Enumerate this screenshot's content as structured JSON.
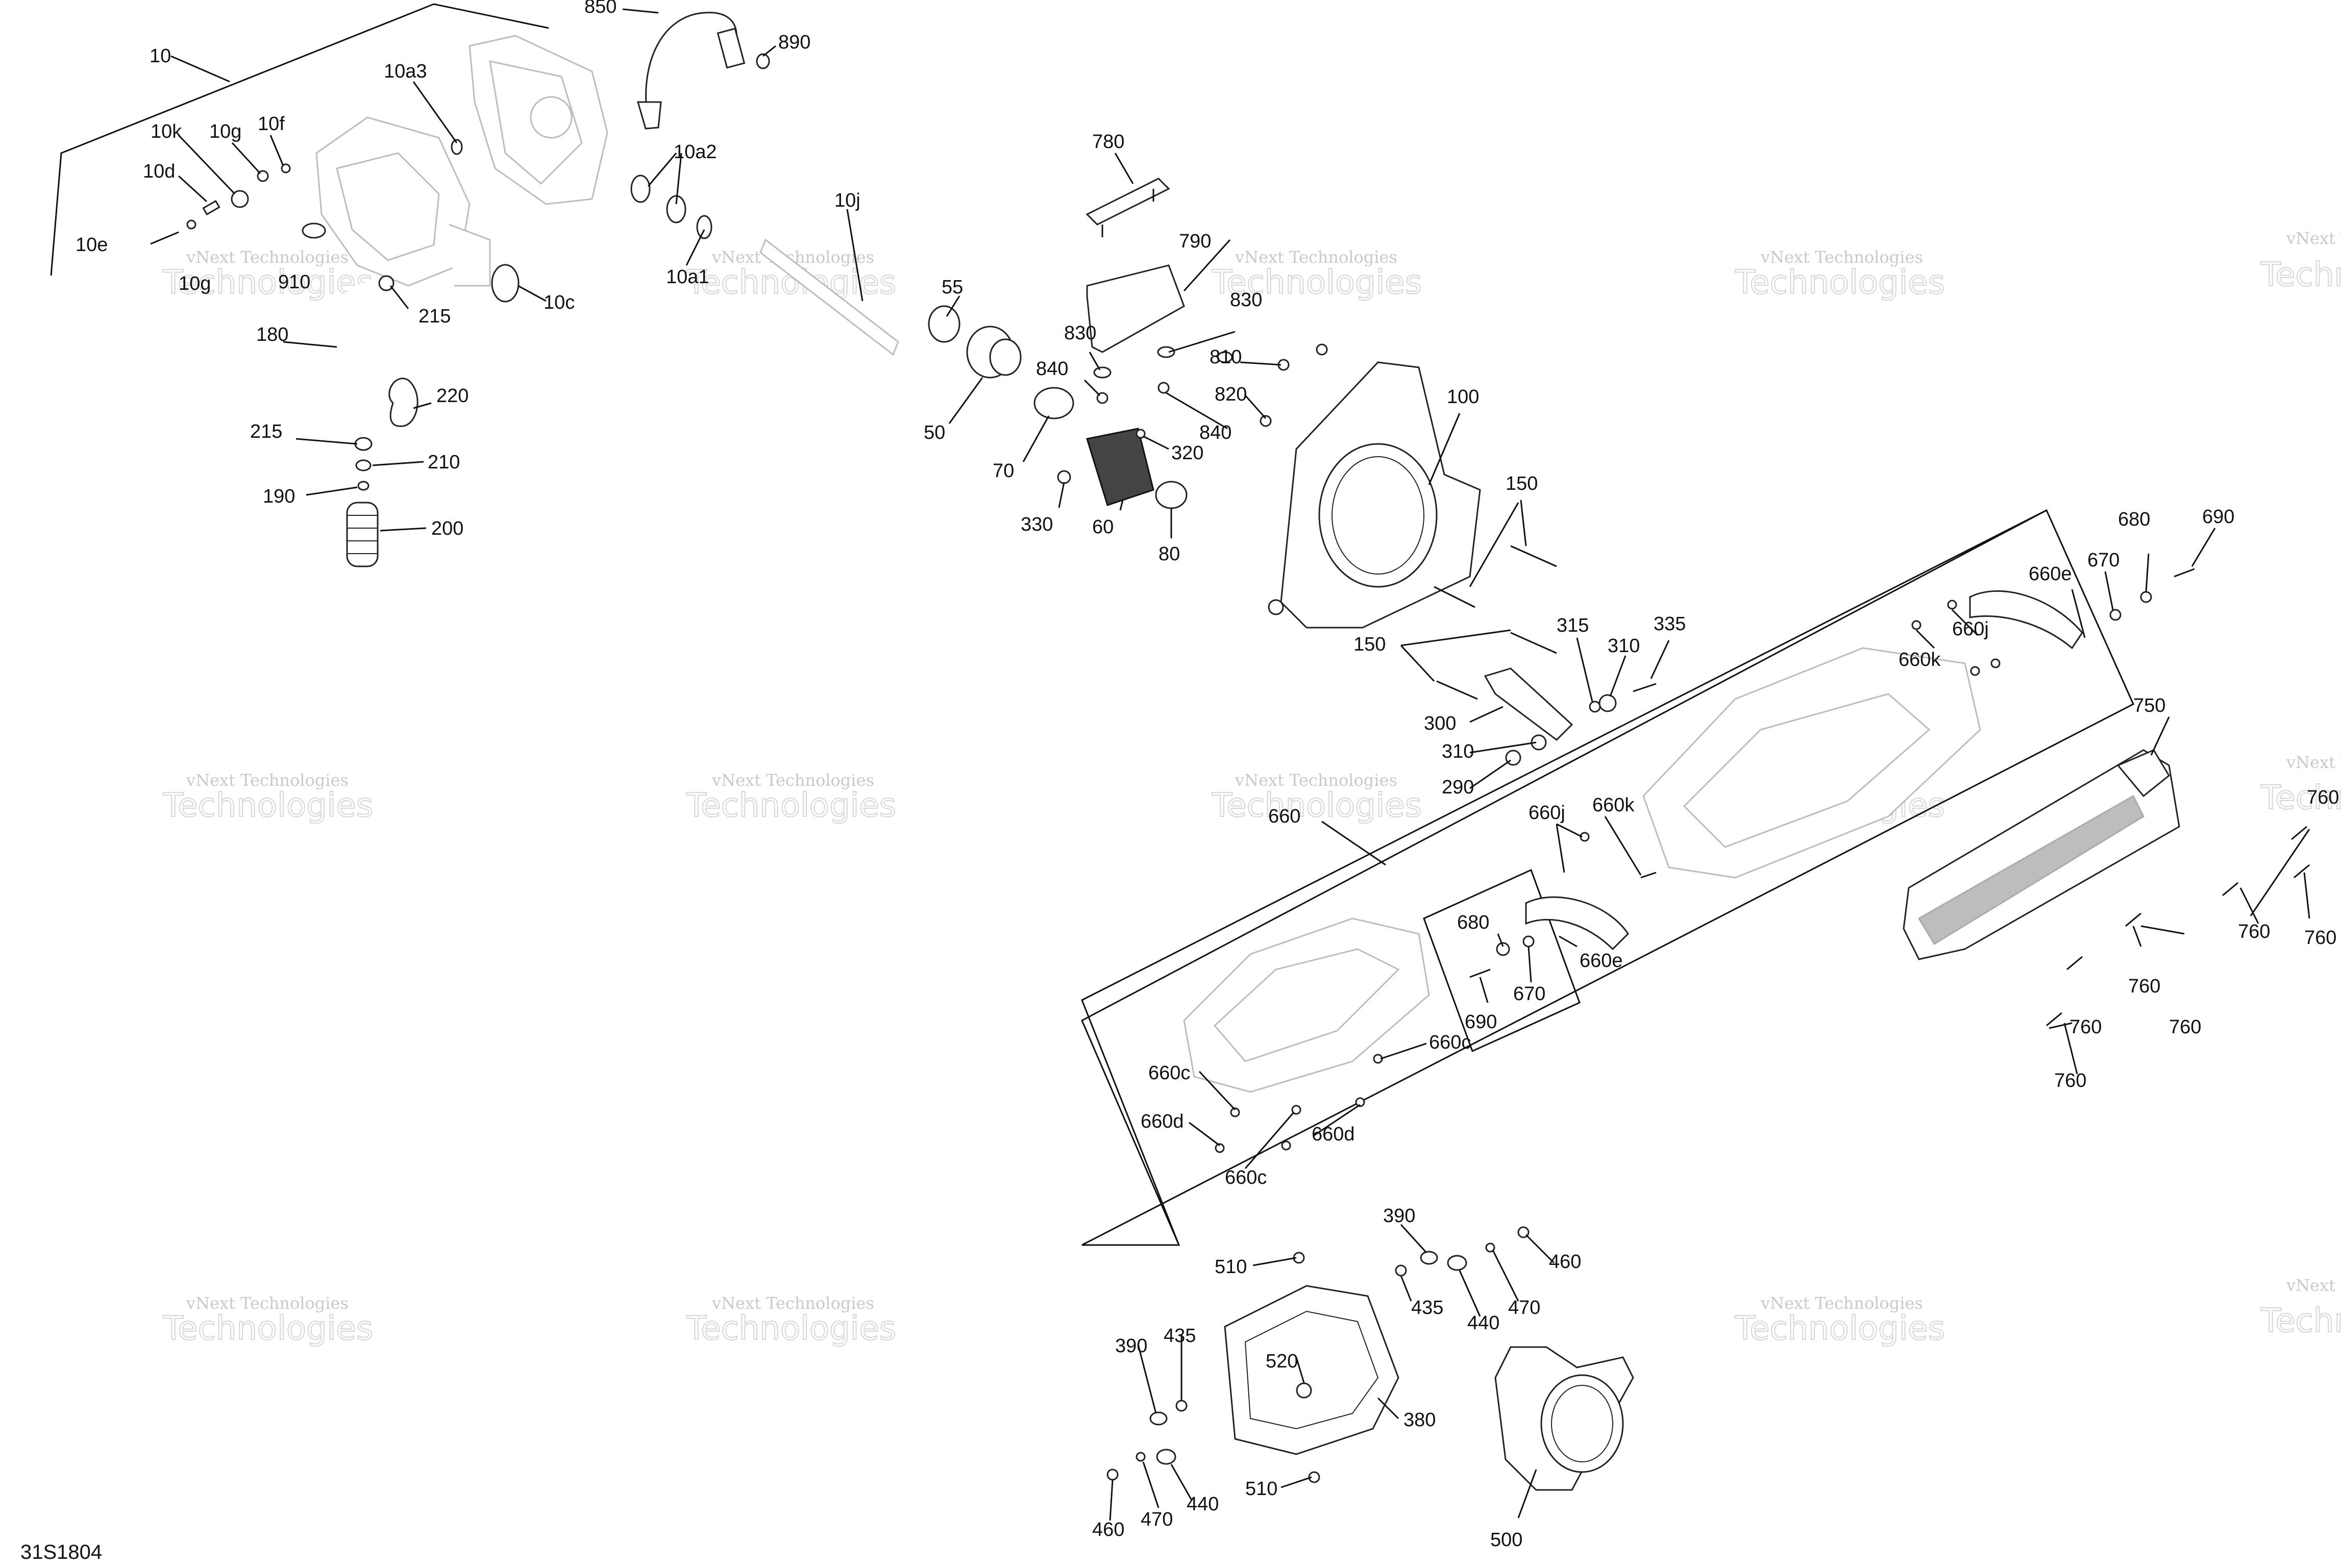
{
  "diagram": {
    "reference": "31S1804",
    "watermark": {
      "line1": "vNext Technologies",
      "line2": "Technologies"
    },
    "labels": [
      "10",
      "10a3",
      "850",
      "890",
      "10k",
      "10g",
      "10f",
      "10d",
      "10a2",
      "10e",
      "10g",
      "910",
      "10j",
      "10a1",
      "10c",
      "780",
      "790",
      "215",
      "180",
      "55",
      "830",
      "830",
      "840",
      "810",
      "820",
      "220",
      "215",
      "210",
      "190",
      "200",
      "50",
      "70",
      "320",
      "840",
      "100",
      "330",
      "60",
      "80",
      "150",
      "680",
      "690",
      "660e",
      "670",
      "660j",
      "660k",
      "315",
      "310",
      "335",
      "150",
      "750",
      "300",
      "310",
      "290",
      "660",
      "660j",
      "660k",
      "760",
      "760",
      "760",
      "680",
      "660e",
      "670",
      "690",
      "760",
      "760",
      "660c",
      "660c",
      "660d",
      "660d",
      "660c",
      "760",
      "760",
      "390",
      "460",
      "510",
      "435",
      "470",
      "440",
      "390",
      "435",
      "520",
      "380",
      "440",
      "510",
      "460",
      "470",
      "500"
    ]
  }
}
